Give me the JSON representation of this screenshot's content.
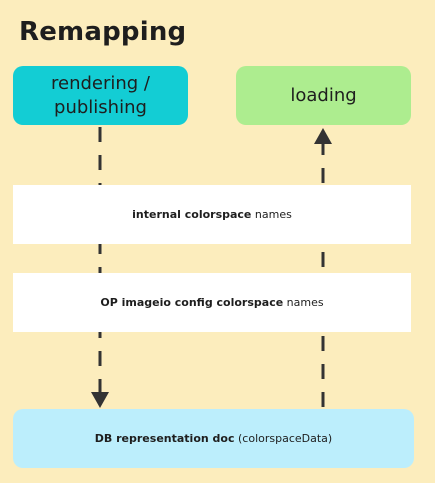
{
  "title": "Remapping",
  "nodes": {
    "rendering_publishing": {
      "line1": "rendering /",
      "line2": "publishing",
      "color": "#13cdd4"
    },
    "loading": {
      "label": "loading",
      "color": "#aded8f"
    },
    "internal_colorspace": {
      "bold": "internal colorspace",
      "rest": " names"
    },
    "op_imageio": {
      "bold": "OP imageio config colorspace",
      "rest": " names"
    },
    "db_representation": {
      "bold": "DB representation doc",
      "rest": " (colorspaceData)",
      "color": "#bceefc"
    }
  },
  "colors": {
    "background": "#fcedbd",
    "connector": "#333333"
  }
}
